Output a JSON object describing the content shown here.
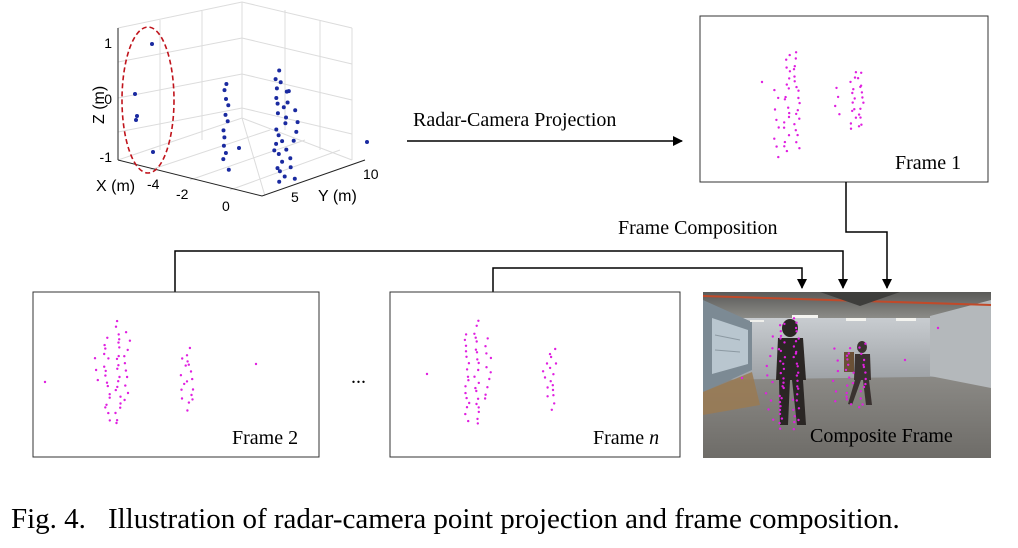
{
  "caption": {
    "label": "Fig. 4.",
    "text": "Illustration of radar-camera point projection and frame composition."
  },
  "plot3d": {
    "z_label": "Z (m)",
    "x_label": "X (m)",
    "y_label": "Y (m)",
    "z_ticks": [
      "1",
      "0",
      "-1"
    ],
    "x_ticks": [
      "-4",
      "-2",
      "0"
    ],
    "y_ticks": [
      "5",
      "10"
    ]
  },
  "arrows": {
    "projection": "Radar-Camera Projection",
    "composition": "Frame Composition"
  },
  "frames": {
    "frame1": "Frame 1",
    "frame2": "Frame 2",
    "framen_prefix": "Frame ",
    "framen_var": "n",
    "ellipsis": "...",
    "composite": "Composite Frame"
  },
  "colors": {
    "radar_points": "#1a2aa0",
    "projected_points": "#e020e0",
    "highlight_ellipse": "#c0141c"
  }
}
